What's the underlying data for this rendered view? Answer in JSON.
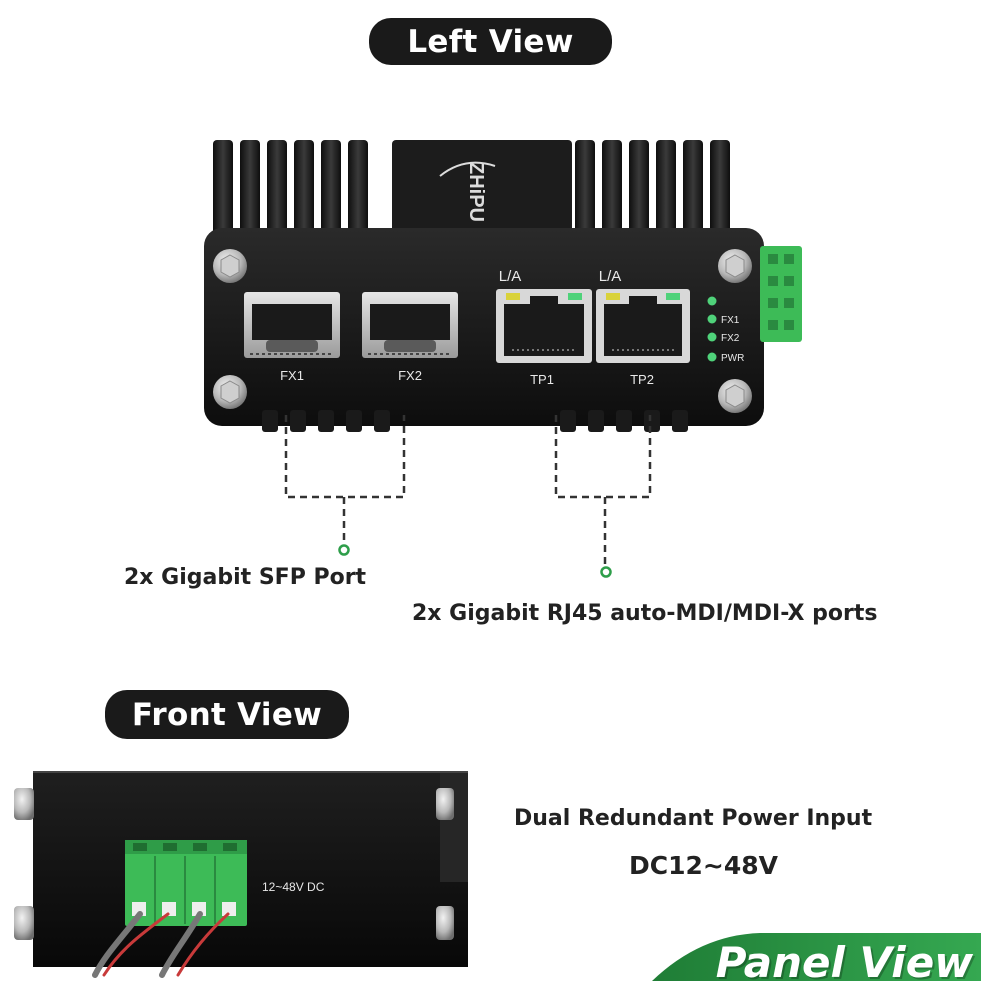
{
  "sections": {
    "left_view_title": "Left View",
    "front_view_title": "Front View",
    "panel_view_title": "Panel View"
  },
  "device": {
    "brand": "ZHiPU",
    "ports": {
      "sfp1": "FX1",
      "sfp2": "FX2",
      "tp1": "TP1",
      "tp2": "TP2",
      "tp1_led": "L/A",
      "tp2_led": "L/A"
    },
    "leds": [
      "FX1",
      "FX2",
      "PWR"
    ],
    "power_label": "12~48V DC"
  },
  "callouts": {
    "sfp": "2x Gigabit SFP Port",
    "rj45": "2x Gigabit RJ45 auto-MDI/MDI-X ports",
    "power_line1": "Dual Redundant Power Input",
    "power_line2": "DC12~48V"
  },
  "colors": {
    "accent_green": "#2e9e4a",
    "pill_bg": "#1a1a1a",
    "device_body": "#141414",
    "terminal_green": "#3dbb57",
    "led_green": "#4fd27a",
    "led_yellow": "#d9d23a"
  }
}
